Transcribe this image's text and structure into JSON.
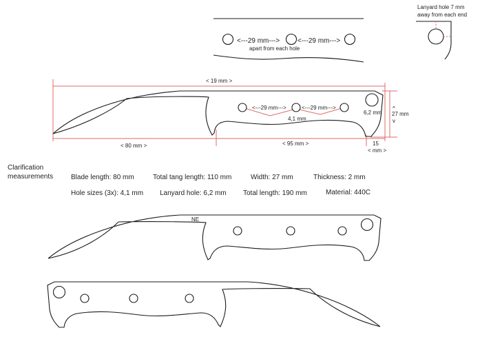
{
  "hole_detail": {
    "spacing_left": "<---29 mm--->",
    "spacing_right": "<---29 mm--->",
    "spacing_note": "apart from each hole"
  },
  "lanyard_note": {
    "line1": "Lanyard hole 7 mm",
    "line2": "away from each end"
  },
  "dimensioned_drawing": {
    "total_length": "< 19 mm >",
    "hole_spacing_left": "<---29 mm--->",
    "hole_spacing_right": "<---29 mm--->",
    "hole_size": "4,1 mm",
    "lanyard_size": "6,2 mm",
    "height_arrow_up": "^",
    "height": "27 mm",
    "height_arrow_down": "v",
    "blade_length": "< 80 mm >",
    "tang_length": "< 95 mm >",
    "end_offset": "15",
    "end_offset_unit": "< mm >"
  },
  "clarification": {
    "heading_line1": "Clarification",
    "heading_line2": "measurements",
    "blade_length": "Blade length: 80 mm",
    "total_tang_length": "Total tang length: 110 mm",
    "width": "Width: 27 mm",
    "thickness": "Thickness: 2 mm",
    "hole_sizes": "Hole sizes (3x): 4,1 mm",
    "lanyard_hole": "Lanyard hole: 6,2 mm",
    "total_length": "Total length: 190 mm",
    "material": "Material: 440C"
  },
  "view_mark": "NE",
  "colors": {
    "outline": "#1a1a1a",
    "dimension": "#e06a6a",
    "text": "#222222",
    "background": "#ffffff"
  }
}
